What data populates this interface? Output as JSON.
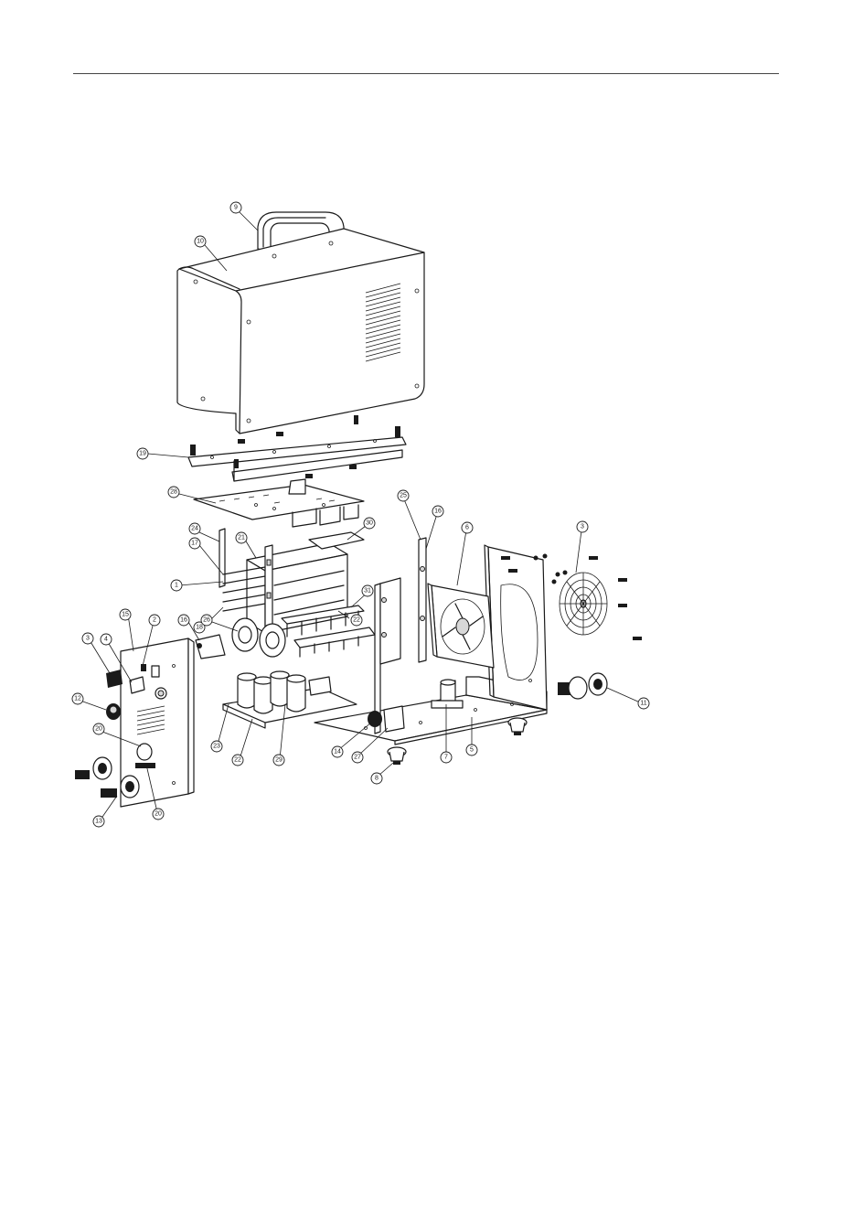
{
  "callouts": [
    {
      "id": "handle",
      "label": "9"
    },
    {
      "id": "top-cover",
      "label": "10"
    },
    {
      "id": "cover-rail",
      "label": "19"
    },
    {
      "id": "control-board",
      "label": "28"
    },
    {
      "id": "heatsink-bracket",
      "label": "24"
    },
    {
      "id": "heatsink-housing",
      "label": "21"
    },
    {
      "id": "heatsink-fins",
      "label": "17"
    },
    {
      "id": "heatsink-fins-lower",
      "label": "1"
    },
    {
      "id": "insulation-sheet",
      "label": "30"
    },
    {
      "id": "heatsink-side",
      "label": "18"
    },
    {
      "id": "rectifier-bridge",
      "label": "31"
    },
    {
      "id": "diode-module",
      "label": "22"
    },
    {
      "id": "transformer-ring",
      "label": "26"
    },
    {
      "id": "adjust-knob",
      "label": "16"
    },
    {
      "id": "front-panel",
      "label": "15"
    },
    {
      "id": "panel-switch",
      "label": "2"
    },
    {
      "id": "power-switch",
      "label": "3"
    },
    {
      "id": "indicator-lamp",
      "label": "4"
    },
    {
      "id": "panel-knob",
      "label": "12"
    },
    {
      "id": "gas-connector",
      "label": "20"
    },
    {
      "id": "cable-socket-left",
      "label": "13"
    },
    {
      "id": "cable-socket-right",
      "label": "20"
    },
    {
      "id": "capacitor-mount",
      "label": "23"
    },
    {
      "id": "base-board",
      "label": "22"
    },
    {
      "id": "electrolytic-caps",
      "label": "29"
    },
    {
      "id": "cable-gland",
      "label": "14"
    },
    {
      "id": "terminal-plate",
      "label": "27"
    },
    {
      "id": "foot-front",
      "label": "8"
    },
    {
      "id": "solenoid-valve",
      "label": "7"
    },
    {
      "id": "chassis-base",
      "label": "5"
    },
    {
      "id": "side-post",
      "label": "25"
    },
    {
      "id": "side-post-2",
      "label": "16"
    },
    {
      "id": "cooling-fan",
      "label": "6"
    },
    {
      "id": "fan-guard",
      "label": "3"
    },
    {
      "id": "rear-gland",
      "label": "11"
    }
  ]
}
